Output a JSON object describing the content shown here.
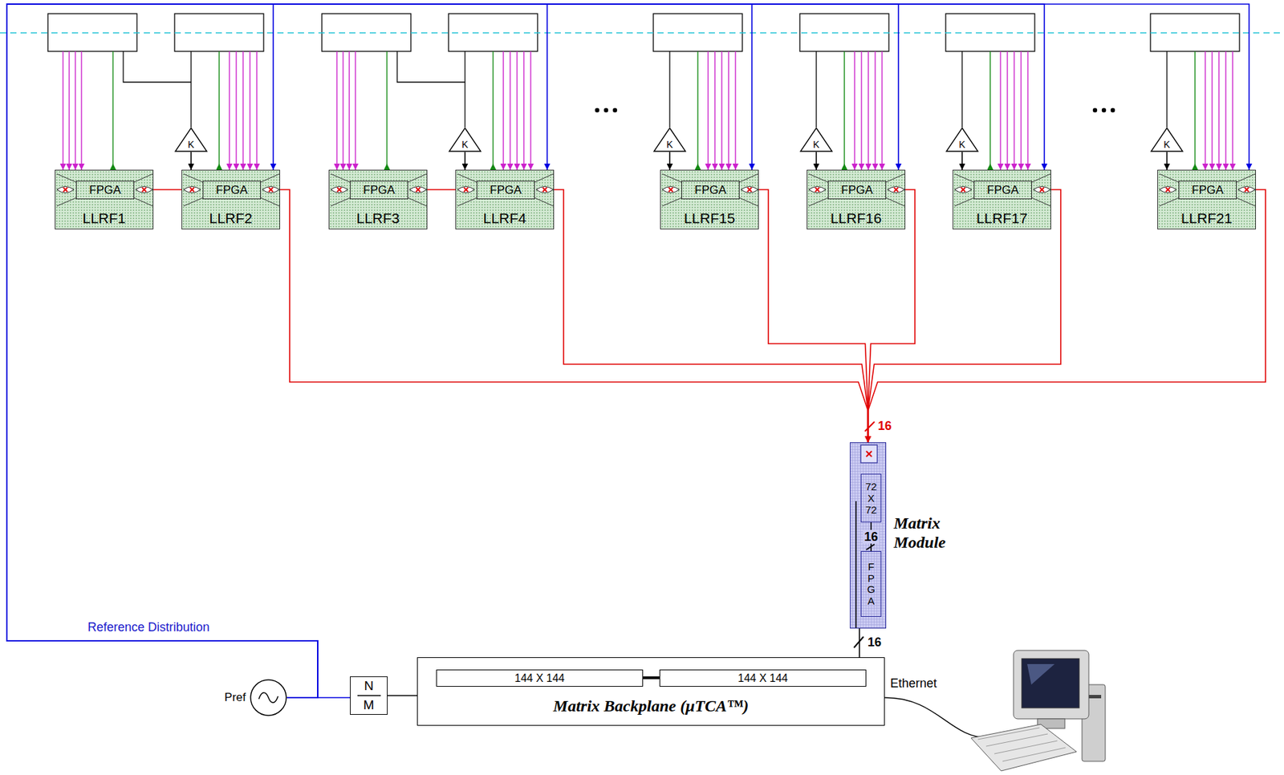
{
  "diagram": {
    "nodes": [
      {
        "text": [
          "LLRF1"
        ]
      },
      {
        "text": [
          "FPGA"
        ],
        "in": 0
      },
      {
        "text": [
          "K"
        ]
      },
      {
        "text": [
          "LLRF2"
        ]
      },
      {
        "text": [
          "FPGA"
        ],
        "in": 3
      },
      {
        "text": [
          "LLRF3"
        ]
      },
      {
        "text": [
          "FPGA"
        ],
        "in": 5
      },
      {
        "text": [
          "K"
        ]
      },
      {
        "text": [
          "LLRF4"
        ]
      },
      {
        "text": [
          "FPGA"
        ],
        "in": 8
      },
      {
        "text": [
          "K"
        ]
      },
      {
        "text": [
          "LLRF15"
        ]
      },
      {
        "text": [
          "FPGA"
        ],
        "in": 11
      },
      {
        "text": [
          "K"
        ]
      },
      {
        "text": [
          "LLRF16"
        ]
      },
      {
        "text": [
          "FPGA"
        ],
        "in": 14
      },
      {
        "text": [
          "K"
        ]
      },
      {
        "text": [
          "LLRF17"
        ]
      },
      {
        "text": [
          "FPGA"
        ],
        "in": 17
      },
      {
        "text": [
          "K"
        ]
      },
      {
        "text": [
          "LLRF21"
        ]
      },
      {
        "text": [
          "FPGA"
        ],
        "in": 20
      },
      {
        "text": [
          "Matrix Module"
        ]
      },
      {
        "text": [
          "72 X 72"
        ],
        "in": 22
      },
      {
        "text": [
          "FPGA"
        ],
        "in": 22
      },
      {
        "text": [
          "Pref"
        ]
      },
      {
        "text": [
          "N",
          "M"
        ]
      },
      {
        "text": [
          "Matrix Backplane (μTCA™)"
        ]
      },
      {
        "text": [
          "144 X 144"
        ],
        "in": 27
      },
      {
        "text": [
          "144 X 144"
        ],
        "in": 27
      }
    ],
    "edges": [
      {
        "from": 0,
        "to": 3,
        "arrow": "none"
      },
      {
        "from": 5,
        "to": 8,
        "arrow": "none"
      },
      {
        "from": 3,
        "to": 22,
        "arrow": "to"
      },
      {
        "from": 8,
        "to": 22,
        "arrow": "to"
      },
      {
        "from": 11,
        "to": 22,
        "arrow": "to"
      },
      {
        "from": 14,
        "to": 22,
        "arrow": "to"
      },
      {
        "from": 17,
        "to": 22,
        "arrow": "to"
      },
      {
        "from": 20,
        "to": 22,
        "arrow": "to"
      },
      {
        "from": 22,
        "to": 29,
        "arrow": "none",
        "label": "16"
      },
      {
        "from": 23,
        "to": 24,
        "arrow": "none",
        "label": "16"
      },
      {
        "from": 25,
        "to": 26,
        "arrow": "none"
      },
      {
        "from": 26,
        "to": 27,
        "arrow": "none"
      },
      {
        "from": 25,
        "to": 3,
        "arrow": "to"
      },
      {
        "from": 25,
        "to": 8,
        "arrow": "to"
      },
      {
        "from": 25,
        "to": 11,
        "arrow": "to"
      },
      {
        "from": 25,
        "to": 14,
        "arrow": "to"
      },
      {
        "from": 25,
        "to": 17,
        "arrow": "to"
      },
      {
        "from": 25,
        "to": 20,
        "arrow": "to"
      },
      {
        "from": 2,
        "to": 3,
        "arrow": "to"
      },
      {
        "from": 7,
        "to": 8,
        "arrow": "to"
      },
      {
        "from": 10,
        "to": 11,
        "arrow": "to"
      },
      {
        "from": 13,
        "to": 14,
        "arrow": "to"
      },
      {
        "from": 16,
        "to": 17,
        "arrow": "to"
      },
      {
        "from": 19,
        "to": 20,
        "arrow": "to"
      }
    ],
    "labels": [
      "Reference Distribution",
      "16",
      "Ethernet"
    ]
  }
}
